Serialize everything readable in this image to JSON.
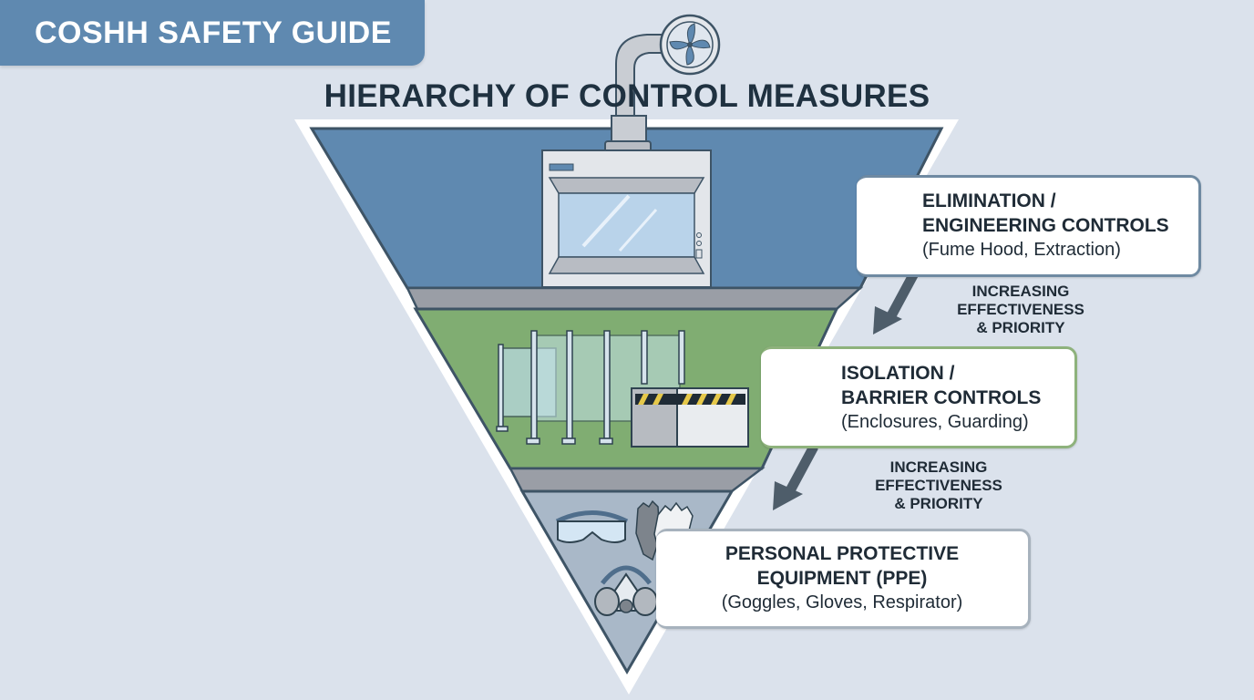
{
  "header": {
    "badge": "COSHH SAFETY GUIDE",
    "title": "HIERARCHY OF CONTROL MEASURES"
  },
  "colors": {
    "badge": "#5f89b0",
    "tier_engineering": "#5f89b0",
    "tier_isolation": "#80ad72",
    "tier_ppe": "#a9b8c8",
    "background": "#dbe2ec",
    "text": "#1f2b36"
  },
  "tiers": [
    {
      "id": "engineering",
      "heading_line1": "ELIMINATION /",
      "heading_line2": "ENGINEERING CONTROLS",
      "examples": "(Fume Hood, Extraction)",
      "illustration": "fume-hood"
    },
    {
      "id": "isolation",
      "heading_line1": "ISOLATION /",
      "heading_line2": "BARRIER CONTROLS",
      "examples": "(Enclosures, Guarding)",
      "illustration": "barrier-enclosure"
    },
    {
      "id": "ppe",
      "heading_line1": "PERSONAL PROTECTIVE",
      "heading_line2": "EQUIPMENT (PPE)",
      "examples": "(Goggles, Gloves, Respirator)",
      "illustration": "ppe-goggles-gloves-respirator"
    }
  ],
  "arrows": [
    {
      "line1": "INCREASING",
      "line2": "EFFECTIVENESS",
      "line3": "& PRIORITY"
    },
    {
      "line1": "INCREASING",
      "line2": "EFFECTIVENESS",
      "line3": "& PRIORITY"
    }
  ]
}
